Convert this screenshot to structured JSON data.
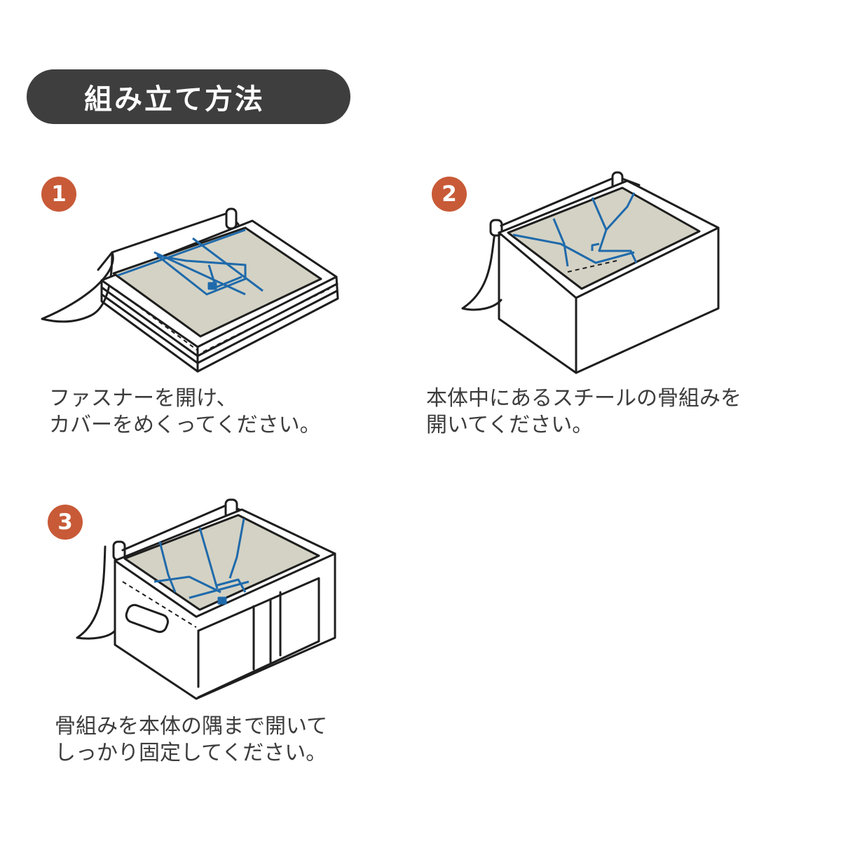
{
  "title": "組み立て方法",
  "colors": {
    "badge": "#c85a37",
    "title_bg": "#3e3e3e",
    "frame": "#1f6aab",
    "panel": "#d4d2c4"
  },
  "steps": [
    {
      "number": "1",
      "line1": "ファスナーを開け、",
      "line2": "カバーをめくってください。"
    },
    {
      "number": "2",
      "line1": "本体中にあるスチールの骨組みを",
      "line2": "開いてください。"
    },
    {
      "number": "3",
      "line1": "骨組みを本体の隅まで開いて",
      "line2": "しっかり固定してください。"
    }
  ]
}
